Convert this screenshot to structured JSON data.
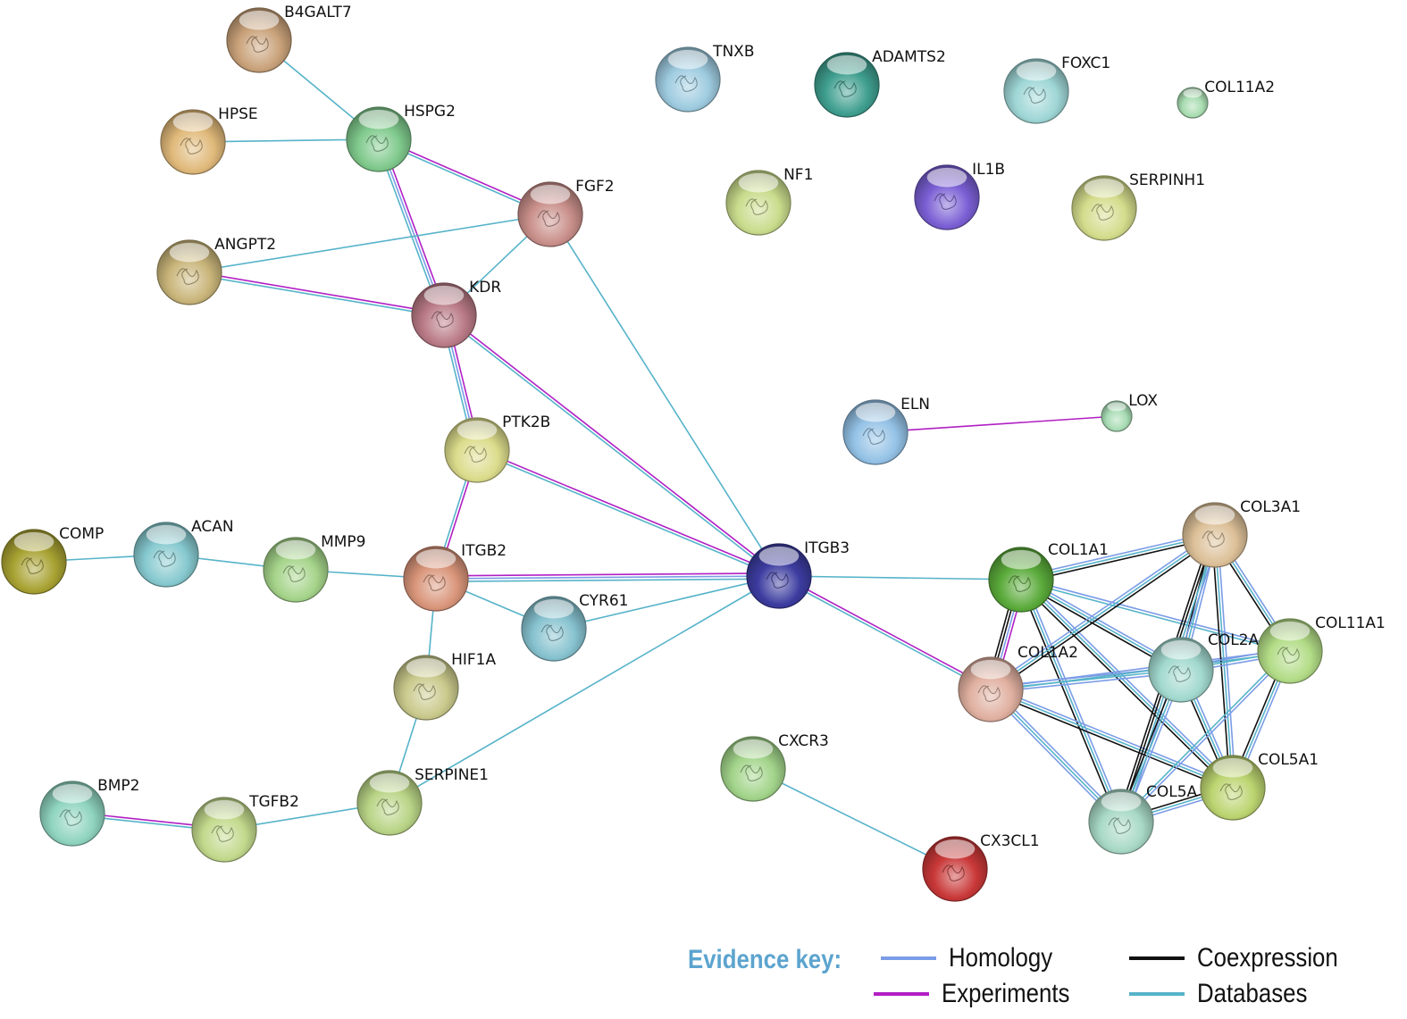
{
  "colors": {
    "homology": "#7b9ce6",
    "experiments": "#b11fc4",
    "coexpression": "#111111",
    "databases": "#56b3c9"
  },
  "nodes": [
    {
      "id": "B4GALT7",
      "label": "B4GALT7",
      "color": "#c9a27a",
      "r": 36
    },
    {
      "id": "HSPG2",
      "label": "HSPG2",
      "color": "#7fc98c",
      "r": 36
    },
    {
      "id": "HPSE",
      "label": "HPSE",
      "color": "#e0b97a",
      "r": 36
    },
    {
      "id": "FGF2",
      "label": "FGF2",
      "color": "#c98f8a",
      "r": 36
    },
    {
      "id": "ANGPT2",
      "label": "ANGPT2",
      "color": "#c9b57a",
      "r": 36
    },
    {
      "id": "KDR",
      "label": "KDR",
      "color": "#b97a86",
      "r": 36
    },
    {
      "id": "PTK2B",
      "label": "PTK2B",
      "color": "#dcdc8c",
      "r": 36
    },
    {
      "id": "COMP",
      "label": "COMP",
      "color": "#a8a232",
      "r": 36
    },
    {
      "id": "ACAN",
      "label": "ACAN",
      "color": "#86c9cf",
      "r": 36
    },
    {
      "id": "MMP9",
      "label": "MMP9",
      "color": "#a5d48a",
      "r": 36
    },
    {
      "id": "ITGB2",
      "label": "ITGB2",
      "color": "#d9957a",
      "r": 36
    },
    {
      "id": "CYR61",
      "label": "CYR61",
      "color": "#86c2cf",
      "r": 36
    },
    {
      "id": "HIF1A",
      "label": "HIF1A",
      "color": "#c9c98c",
      "r": 36
    },
    {
      "id": "SERPINE1",
      "label": "SERPINE1",
      "color": "#b9d486",
      "r": 36
    },
    {
      "id": "BMP2",
      "label": "BMP2",
      "color": "#8fd4bf",
      "r": 36
    },
    {
      "id": "TGFB2",
      "label": "TGFB2",
      "color": "#c2d98c",
      "r": 36
    },
    {
      "id": "TNXB",
      "label": "TNXB",
      "color": "#9ecbe0",
      "r": 36
    },
    {
      "id": "ADAMTS2",
      "label": "ADAMTS2",
      "color": "#3f9f8f",
      "r": 36
    },
    {
      "id": "FOXC1",
      "label": "FOXC1",
      "color": "#9fd6d6",
      "r": 36
    },
    {
      "id": "COL11A2",
      "label": "COL11A2",
      "color": "#a8dcb0",
      "r": 17
    },
    {
      "id": "NF1",
      "label": "NF1",
      "color": "#c9dc8c",
      "r": 36
    },
    {
      "id": "IL1B",
      "label": "IL1B",
      "color": "#7a5fd4",
      "r": 36
    },
    {
      "id": "SERPINH1",
      "label": "SERPINH1",
      "color": "#d4dc8c",
      "r": 36
    },
    {
      "id": "ELN",
      "label": "ELN",
      "color": "#94c2e6",
      "r": 36
    },
    {
      "id": "LOX",
      "label": "LOX",
      "color": "#a8dcb4",
      "r": 17
    },
    {
      "id": "ITGB3",
      "label": "ITGB3",
      "color": "#3c3ca0",
      "r": 36
    },
    {
      "id": "COL1A1",
      "label": "COL1A1",
      "color": "#5aaa3a",
      "r": 36
    },
    {
      "id": "COL3A1",
      "label": "COL3A1",
      "color": "#dcc098",
      "r": 36
    },
    {
      "id": "COL1A2",
      "label": "COL1A2",
      "color": "#e0b0a0",
      "r": 36
    },
    {
      "id": "COL2A1",
      "label": "COL2A",
      "color": "#a2d9cf",
      "r": 36
    },
    {
      "id": "COL11A1",
      "label": "COL11A1",
      "color": "#b2dc86",
      "r": 36
    },
    {
      "id": "COL5A1",
      "label": "COL5A1",
      "color": "#bcd470",
      "r": 36
    },
    {
      "id": "COL5A2",
      "label": "COL5A",
      "color": "#a8d9c6",
      "r": 36
    },
    {
      "id": "CXCR3",
      "label": "CXCR3",
      "color": "#a2d48a",
      "r": 36
    },
    {
      "id": "CX3CL1",
      "label": "CX3CL1",
      "color": "#c93838",
      "r": 36
    }
  ],
  "edges": [
    {
      "s": "B4GALT7",
      "t": "HSPG2",
      "types": [
        "databases"
      ]
    },
    {
      "s": "HPSE",
      "t": "HSPG2",
      "types": [
        "databases"
      ]
    },
    {
      "s": "HSPG2",
      "t": "FGF2",
      "types": [
        "experiments",
        "databases"
      ]
    },
    {
      "s": "HSPG2",
      "t": "KDR",
      "types": [
        "experiments",
        "homology",
        "databases"
      ]
    },
    {
      "s": "ANGPT2",
      "t": "FGF2",
      "types": [
        "databases"
      ]
    },
    {
      "s": "ANGPT2",
      "t": "KDR",
      "types": [
        "experiments",
        "databases"
      ]
    },
    {
      "s": "FGF2",
      "t": "KDR",
      "types": [
        "databases"
      ]
    },
    {
      "s": "FGF2",
      "t": "ITGB3",
      "types": [
        "databases"
      ]
    },
    {
      "s": "KDR",
      "t": "PTK2B",
      "types": [
        "experiments",
        "homology",
        "databases"
      ]
    },
    {
      "s": "KDR",
      "t": "ITGB3",
      "types": [
        "experiments",
        "databases"
      ]
    },
    {
      "s": "PTK2B",
      "t": "ITGB3",
      "types": [
        "experiments",
        "databases"
      ]
    },
    {
      "s": "PTK2B",
      "t": "ITGB2",
      "types": [
        "experiments",
        "databases"
      ]
    },
    {
      "s": "COMP",
      "t": "ACAN",
      "types": [
        "databases"
      ]
    },
    {
      "s": "ACAN",
      "t": "MMP9",
      "types": [
        "databases"
      ]
    },
    {
      "s": "MMP9",
      "t": "ITGB2",
      "types": [
        "databases"
      ]
    },
    {
      "s": "ITGB2",
      "t": "ITGB3",
      "types": [
        "experiments",
        "homology",
        "databases"
      ]
    },
    {
      "s": "ITGB2",
      "t": "CYR61",
      "types": [
        "databases"
      ]
    },
    {
      "s": "ITGB2",
      "t": "HIF1A",
      "types": [
        "databases"
      ]
    },
    {
      "s": "CYR61",
      "t": "ITGB3",
      "types": [
        "databases"
      ]
    },
    {
      "s": "HIF1A",
      "t": "SERPINE1",
      "types": [
        "databases"
      ]
    },
    {
      "s": "SERPINE1",
      "t": "ITGB3",
      "types": [
        "databases"
      ]
    },
    {
      "s": "BMP2",
      "t": "TGFB2",
      "types": [
        "experiments",
        "databases"
      ]
    },
    {
      "s": "TGFB2",
      "t": "SERPINE1",
      "types": [
        "databases"
      ]
    },
    {
      "s": "ELN",
      "t": "LOX",
      "types": [
        "experiments"
      ]
    },
    {
      "s": "ITGB3",
      "t": "COL1A1",
      "types": [
        "databases"
      ]
    },
    {
      "s": "ITGB3",
      "t": "COL1A2",
      "types": [
        "experiments",
        "databases"
      ]
    },
    {
      "s": "CXCR3",
      "t": "CX3CL1",
      "types": [
        "databases"
      ]
    },
    {
      "s": "COL1A1",
      "t": "COL1A2",
      "types": [
        "experiments",
        "homology",
        "coexpression",
        "coexpression"
      ]
    },
    {
      "s": "COL1A1",
      "t": "COL3A1",
      "types": [
        "homology",
        "databases",
        "coexpression"
      ]
    },
    {
      "s": "COL1A1",
      "t": "COL2A1",
      "types": [
        "homology",
        "databases",
        "coexpression"
      ]
    },
    {
      "s": "COL1A1",
      "t": "COL11A1",
      "types": [
        "homology",
        "databases"
      ]
    },
    {
      "s": "COL1A1",
      "t": "COL5A1",
      "types": [
        "homology",
        "databases",
        "coexpression"
      ]
    },
    {
      "s": "COL1A1",
      "t": "COL5A2",
      "types": [
        "homology",
        "databases",
        "coexpression"
      ]
    },
    {
      "s": "COL1A2",
      "t": "COL3A1",
      "types": [
        "homology",
        "databases",
        "coexpression"
      ]
    },
    {
      "s": "COL1A2",
      "t": "COL2A1",
      "types": [
        "homology",
        "databases",
        "homology"
      ]
    },
    {
      "s": "COL1A2",
      "t": "COL11A1",
      "types": [
        "homology",
        "databases"
      ]
    },
    {
      "s": "COL1A2",
      "t": "COL5A1",
      "types": [
        "homology",
        "databases",
        "coexpression"
      ]
    },
    {
      "s": "COL1A2",
      "t": "COL5A2",
      "types": [
        "homology",
        "databases",
        "homology"
      ]
    },
    {
      "s": "COL3A1",
      "t": "COL2A1",
      "types": [
        "homology",
        "databases",
        "coexpression"
      ]
    },
    {
      "s": "COL3A1",
      "t": "COL11A1",
      "types": [
        "homology",
        "databases",
        "coexpression"
      ]
    },
    {
      "s": "COL3A1",
      "t": "COL5A1",
      "types": [
        "homology",
        "databases",
        "coexpression"
      ]
    },
    {
      "s": "COL3A1",
      "t": "COL5A2",
      "types": [
        "homology",
        "databases",
        "coexpression",
        "coexpression"
      ]
    },
    {
      "s": "COL2A1",
      "t": "COL11A1",
      "types": [
        "homology",
        "databases",
        "homology"
      ]
    },
    {
      "s": "COL2A1",
      "t": "COL5A1",
      "types": [
        "homology",
        "databases",
        "coexpression"
      ]
    },
    {
      "s": "COL2A1",
      "t": "COL5A2",
      "types": [
        "homology",
        "databases",
        "coexpression"
      ]
    },
    {
      "s": "COL11A1",
      "t": "COL5A1",
      "types": [
        "homology",
        "databases",
        "coexpression"
      ]
    },
    {
      "s": "COL11A1",
      "t": "COL5A2",
      "types": [
        "homology",
        "databases"
      ]
    },
    {
      "s": "COL5A1",
      "t": "COL5A2",
      "types": [
        "homology",
        "databases",
        "coexpression"
      ]
    }
  ],
  "legend": {
    "title": "Evidence key:",
    "homology": "Homology",
    "experiments": "Experiments",
    "coexpression": "Coexpression",
    "databases": "Databases"
  }
}
